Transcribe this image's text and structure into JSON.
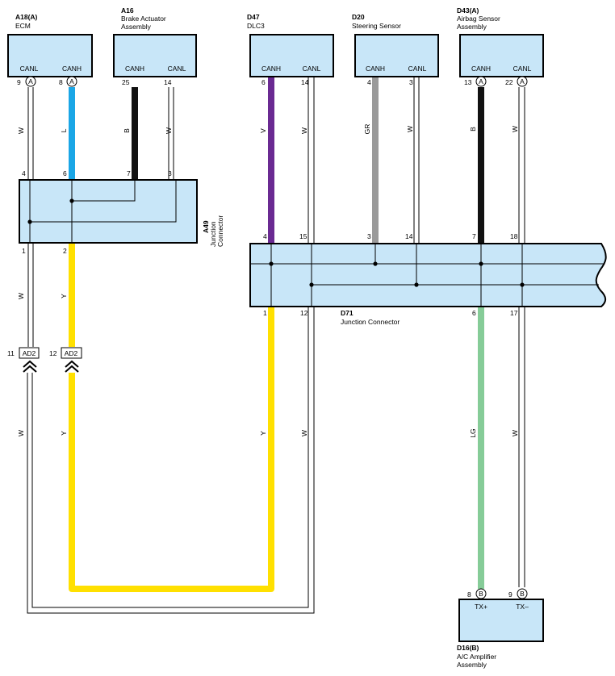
{
  "components": {
    "ecm": {
      "id": "A18(A)",
      "name": [
        "ECM"
      ],
      "pins": [
        {
          "label": "CANL",
          "num": "9",
          "conn": "A"
        },
        {
          "label": "CANH",
          "num": "8",
          "conn": "A"
        }
      ]
    },
    "brake": {
      "id": "A16",
      "name": [
        "Brake Actuator",
        "Assembly"
      ],
      "pins": [
        {
          "label": "CANH",
          "num": "25"
        },
        {
          "label": "CANL",
          "num": "14"
        }
      ]
    },
    "dlc3": {
      "id": "D47",
      "name": [
        "DLC3"
      ],
      "pins": [
        {
          "label": "CANH",
          "num": "6"
        },
        {
          "label": "CANL",
          "num": "14"
        }
      ]
    },
    "steering": {
      "id": "D20",
      "name": [
        "Steering Sensor"
      ],
      "pins": [
        {
          "label": "CANH",
          "num": "4"
        },
        {
          "label": "CANL",
          "num": "3"
        }
      ]
    },
    "airbag": {
      "id": "D43(A)",
      "name": [
        "Airbag Sensor",
        "Assembly"
      ],
      "pins": [
        {
          "label": "CANH",
          "num": "13",
          "conn": "A"
        },
        {
          "label": "CANL",
          "num": "22",
          "conn": "A"
        }
      ]
    },
    "ac_amp": {
      "id": "D16(B)",
      "name": [
        "A/C Amplifier",
        "Assembly"
      ],
      "pins": [
        {
          "label": "TX+",
          "num": "8",
          "conn": "B"
        },
        {
          "label": "TX–",
          "num": "9",
          "conn": "B"
        }
      ]
    }
  },
  "junctions": {
    "a49": {
      "id": "A49",
      "name": [
        "Junction",
        "Connector"
      ],
      "top_pins": [
        "4",
        "6",
        "7",
        "3"
      ],
      "bottom_pins": [
        "1",
        "2"
      ]
    },
    "d71": {
      "id": "D71",
      "name": [
        "Junction Connector"
      ],
      "top_pins": [
        "4",
        "15",
        "3",
        "14",
        "7",
        "18"
      ],
      "bottom_pins": [
        "1",
        "12",
        "6",
        "17"
      ]
    }
  },
  "splices": [
    {
      "pin": "11",
      "label": "AD2"
    },
    {
      "pin": "12",
      "label": "AD2"
    }
  ],
  "wire_colors": {
    "ecm_canl": "W",
    "ecm_canh": "L",
    "brake_canh": "B",
    "brake_canl": "W",
    "dlc_canh": "V",
    "dlc_canl": "W",
    "steer_canh": "GR",
    "steer_canl": "W",
    "air_canh": "B",
    "air_canl": "W",
    "a49_p1": "W",
    "a49_p2": "Y",
    "low_w_left": "W",
    "low_y_left": "Y",
    "low_y_mid": "Y",
    "low_w_mid": "W",
    "ac_lg": "LG",
    "ac_w": "W"
  },
  "colors": {
    "blue": "#1aa6e6",
    "black": "#111111",
    "purple": "#6a2a92",
    "gray": "#9a9a9a",
    "yellow": "#ffe000",
    "lightgreen": "#86cc98",
    "box_fill": "#c8e6f8"
  }
}
